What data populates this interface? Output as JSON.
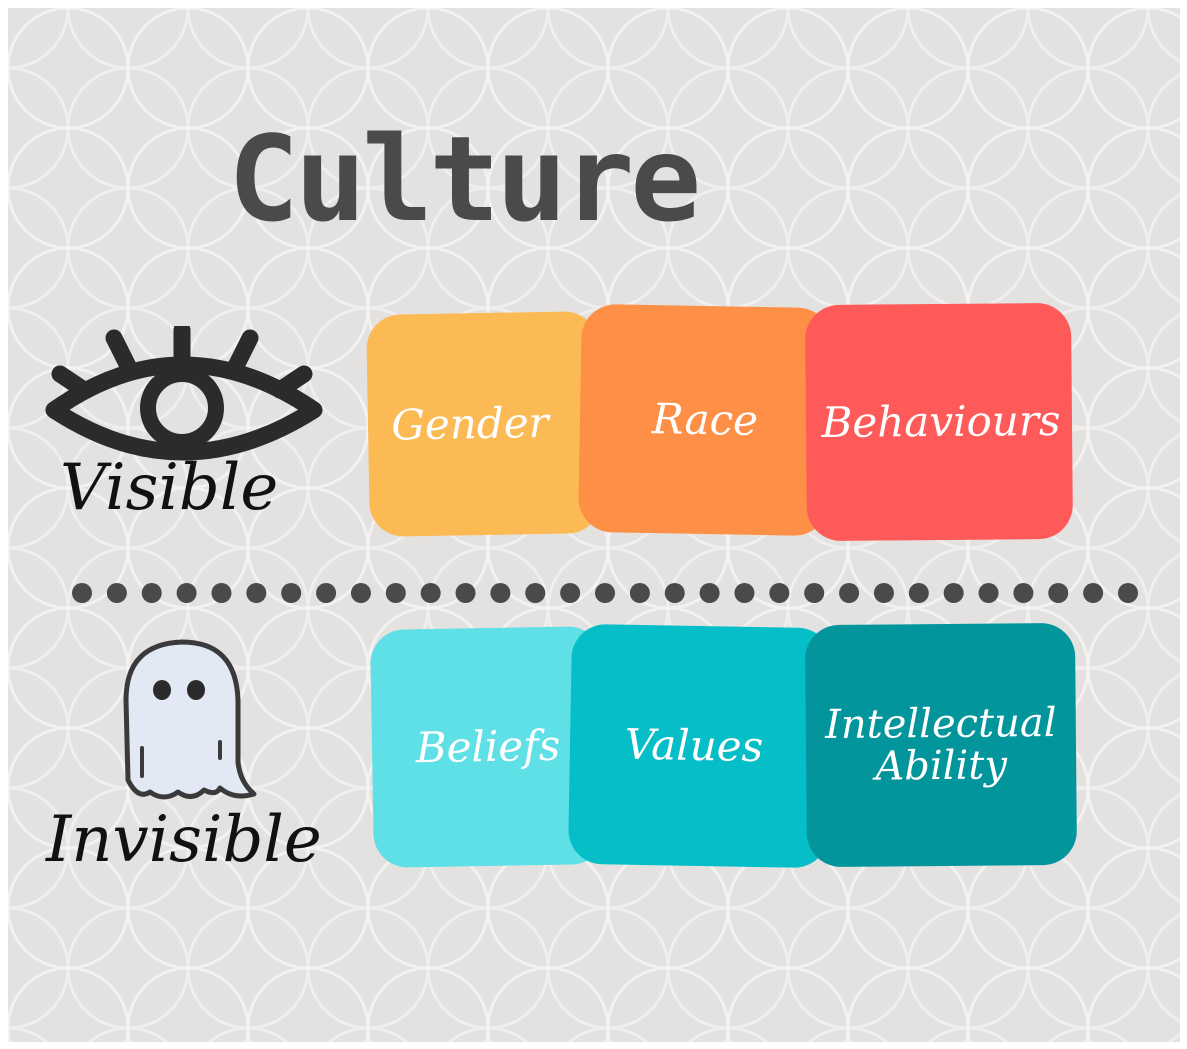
{
  "title": "Culture",
  "visible": {
    "label": "Visible",
    "icon": "eye-icon",
    "items": [
      "Gender",
      "Race",
      "Behaviours"
    ]
  },
  "invisible": {
    "label": "Invisible",
    "icon": "ghost-icon",
    "items": [
      "Beliefs",
      "Values",
      "Intellectual Ability"
    ]
  },
  "colors": {
    "gender": "#fcba55",
    "race": "#fd8f47",
    "behaviours": "#fd5a59",
    "beliefs": "#5fe0e6",
    "values": "#05bec8",
    "intellectual": "#03959c",
    "title": "#4a4a4a",
    "background": "#e4e2e0"
  }
}
